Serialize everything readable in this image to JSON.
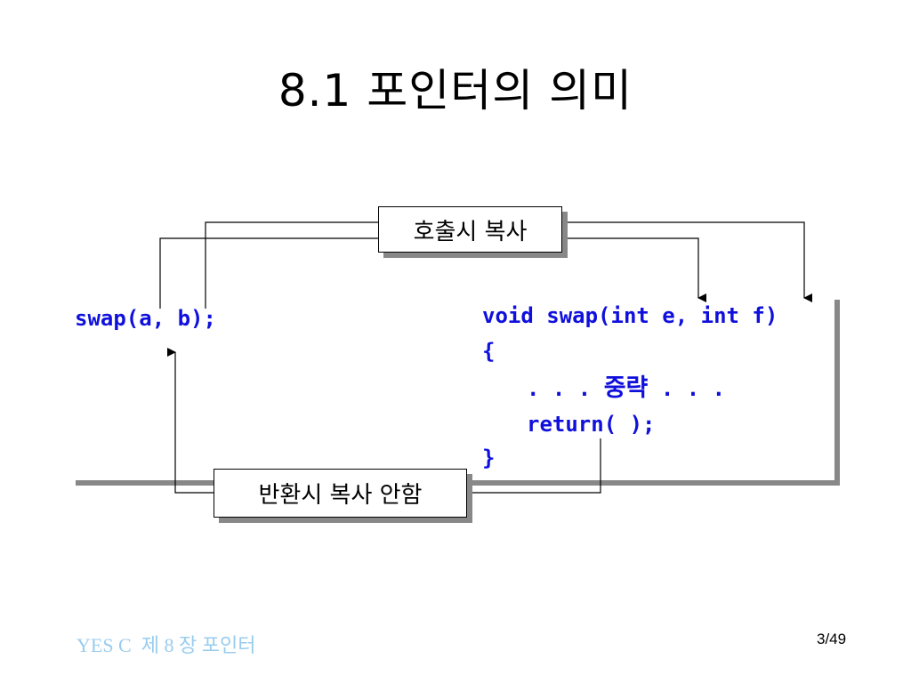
{
  "slide": {
    "title": "8.1 포인터의 의미",
    "caller_code": "swap(a, b);",
    "callee_code": {
      "signature": "void swap(int e, int f)",
      "open_brace": "{",
      "body_prefix": ". . . ",
      "body_omitted": "중략",
      "body_suffix": " . . .",
      "return_stmt": "return( );",
      "close_brace": "}"
    },
    "label_call_copy": "호출시 복사",
    "label_return_no_copy": "반환시 복사 안함",
    "footer_left": "YES C  제 8 장 포인터",
    "page_number": "3/49"
  }
}
